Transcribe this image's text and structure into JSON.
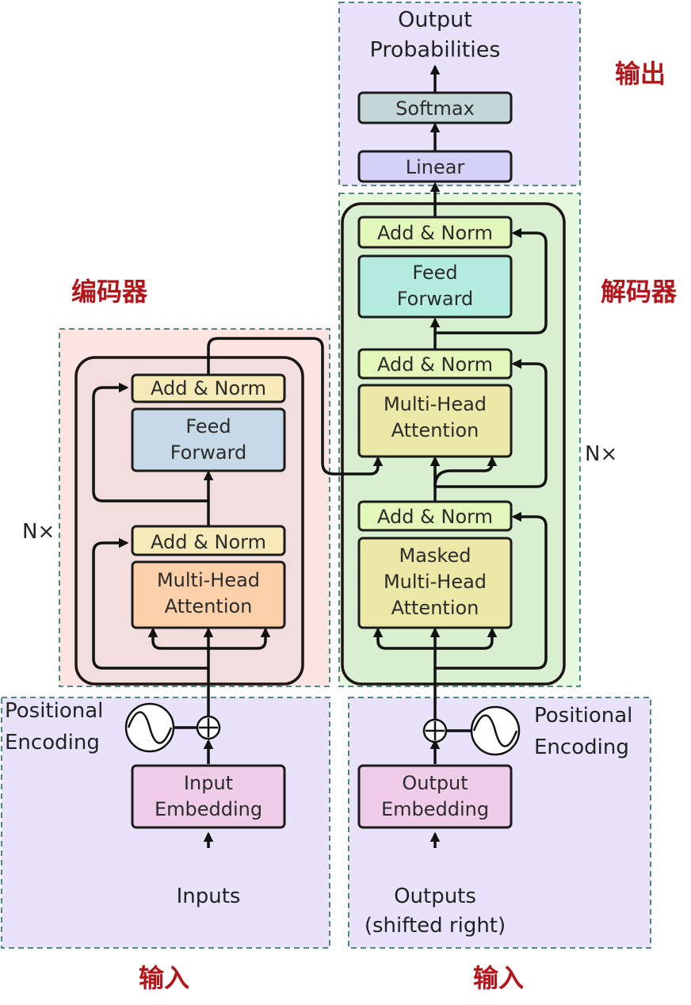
{
  "labels": {
    "output_cn": "输出",
    "encoder_cn": "编码器",
    "decoder_cn": "解码器",
    "input_cn_left": "输入",
    "input_cn_right": "输入",
    "nx_left": "N×",
    "nx_right": "N×"
  },
  "output": {
    "title_line1": "Output",
    "title_line2": "Probabilities",
    "softmax": "Softmax",
    "linear": "Linear"
  },
  "encoder": {
    "add_norm_top": "Add & Norm",
    "feed_forward_line1": "Feed",
    "feed_forward_line2": "Forward",
    "add_norm_bottom": "Add & Norm",
    "attention_line1": "Multi-Head",
    "attention_line2": "Attention"
  },
  "decoder": {
    "add_norm_top": "Add & Norm",
    "feed_forward_line1": "Feed",
    "feed_forward_line2": "Forward",
    "add_norm_mid": "Add & Norm",
    "attention_line1": "Multi-Head",
    "attention_line2": "Attention",
    "add_norm_bottom": "Add & Norm",
    "masked_line1": "Masked",
    "masked_line2": "Multi-Head",
    "masked_line3": "Attention"
  },
  "inputs": {
    "positional_line1": "Positional",
    "positional_line2": "Encoding",
    "embedding_line1": "Input",
    "embedding_line2": "Embedding",
    "source": "Inputs"
  },
  "outputs": {
    "positional_line1": "Positional",
    "positional_line2": "Encoding",
    "embedding_line1": "Output",
    "embedding_line2": "Embedding",
    "source_line1": "Outputs",
    "source_line2": "(shifted right)"
  },
  "colors": {
    "purple_region": "#e8e3fb",
    "pink_region": "#fbe4e2",
    "green_region": "#e6f8dc",
    "dash_border": "#3d7a72",
    "add_norm": "#f5eab8",
    "add_norm_green": "#e2f7b9",
    "feed_forward_enc": "#c6d9e7",
    "feed_forward_dec": "#b4ece0",
    "attention_enc": "#fcd0a8",
    "attention_dec": "#ece8a8",
    "embedding": "#efcde8",
    "softmax": "#c4d8d8",
    "linear": "#d5d0f8",
    "stack_enc": "#f3dede",
    "stack_dec": "#d8f0d0",
    "label_red": "#b2161b"
  }
}
